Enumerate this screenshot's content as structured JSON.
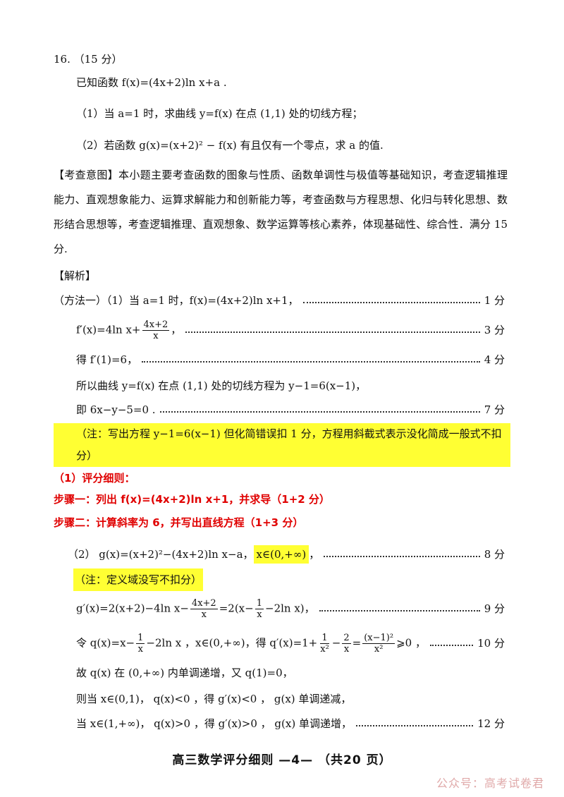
{
  "problem": {
    "header": "16. （15 分）",
    "statement": "已知函数 f(x)=(4x+2)ln x+a .",
    "part1": "（1）当 a=1 时，求曲线 y=f(x) 在点 (1,1) 处的切线方程；",
    "part2": "（2）若函数 g(x)=(x+2)² − f(x) 有且仅有一个零点，求 a 的值."
  },
  "intent": {
    "text": "【考查意图】本小题主要考查函数的图象与性质、函数单调性与极值等基础知识，考查逻辑推理能力、直观想象能力、运算求解能力和创新能力等，考查函数与方程思想、化归与转化思想、数形结合思想等，考查逻辑推理、直观想象、数学运算等核心素养，体现基础性、综合性．满分 15 分."
  },
  "analysis_label": "【解析】",
  "solution1": {
    "l1_text": "（方法一）（1）当 a=1 时，f(x)=(4x+2)ln x+1，",
    "l1_pts": "1 分",
    "l2_pre": "f′(x)=4ln x+",
    "l2_num": "4x+2",
    "l2_den": "x",
    "l2_post": "，",
    "l2_pts": "3 分",
    "l3_text": "得 f′(1)=6，",
    "l3_pts": "4 分",
    "l4_text": "所以曲线 y=f(x) 在点 (1,1) 处的切线方程为 y−1=6(x−1)，",
    "l5_text": "即 6x−y−5=0 .",
    "l5_pts": "7 分",
    "note1": "（注：写出方程 y−1=6(x−1) 但化简错误扣 1 分，方程用斜截式表示没化简成一般式不扣分）"
  },
  "rubric": {
    "title": "（1）评分细则：",
    "step1": "步骤一：列出 f(x)=(4x+2)ln x+1，并求导（1+2 分）",
    "step2": "步骤二：计算斜率为 6，并写出直线方程（1+3 分）"
  },
  "solution2": {
    "l1_pre": "（2） g(x)=(x+2)²−(4x+2)ln x−a，",
    "l1_hl": "x∈(0,+∞)",
    "l1_post": "，",
    "l1_pts": "8 分",
    "note2": "（注：定义域没写不扣分）",
    "l2_a": "g′(x)=2(x+2)−4ln x−",
    "l2_num": "4x+2",
    "l2_den": "x",
    "l2_b": "=2(x−",
    "l2_num2": "1",
    "l2_den2": "x",
    "l2_c": "−2ln x)，",
    "l2_pts": "9 分",
    "l3_a": "令 q(x)=x−",
    "l3_num": "1",
    "l3_den": "x",
    "l3_b": "−2ln x ，x∈(0,+∞)，得 q′(x)=1+",
    "l3_num2": "1",
    "l3_den2": "x²",
    "l3_c": "−",
    "l3_num3": "2",
    "l3_den3": "x",
    "l3_d": "=",
    "l3_num4": "(x−1)²",
    "l3_den4": "x²",
    "l3_e": "⩾0 ，",
    "l3_pts": "10 分",
    "l4_text": "故 q(x) 在 (0,+∞) 内单调递增，又 q(1)=0，",
    "l5_text": "则当 x∈(0,1)， q(x)<0 ，得 g′(x)<0 ， g(x) 单调递减，",
    "l6_text": "当 x∈(1,+∞)， q(x)>0 ，得 g′(x)>0 ， g(x) 单调递增，",
    "l6_pts": "12 分"
  },
  "footer": {
    "text": "高三数学评分细则 —4— （共20 页）"
  },
  "watermark": "公众号：高考试卷君",
  "colors": {
    "highlight": "#ffff33",
    "rubric_red": "#e00000",
    "watermark": "#e0a9a9"
  }
}
